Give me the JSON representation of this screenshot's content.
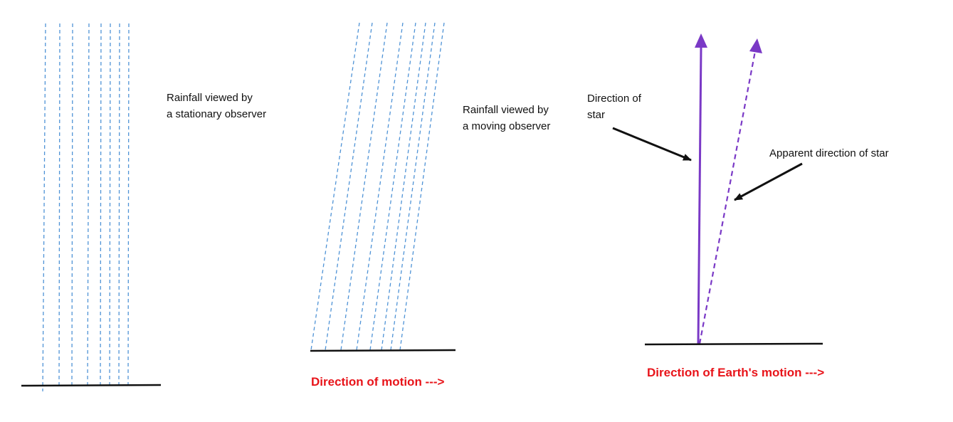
{
  "colors": {
    "rain": "#4f93d6",
    "ground": "#111111",
    "arrow_black": "#111111",
    "star_purple": "#7a39c6",
    "motion_red": "#e8141a"
  },
  "panel1": {
    "label_line1": "Rainfall viewed by",
    "label_line2": "a stationary observer"
  },
  "panel2": {
    "label_line1": "Rainfall viewed by",
    "label_line2": "a moving observer",
    "motion_label": "Direction of motion --->"
  },
  "panel3": {
    "star_label_line1": "Direction of",
    "star_label_line2": "star",
    "apparent_label": "Apparent direction of star",
    "motion_label": "Direction of Earth's motion --->"
  }
}
